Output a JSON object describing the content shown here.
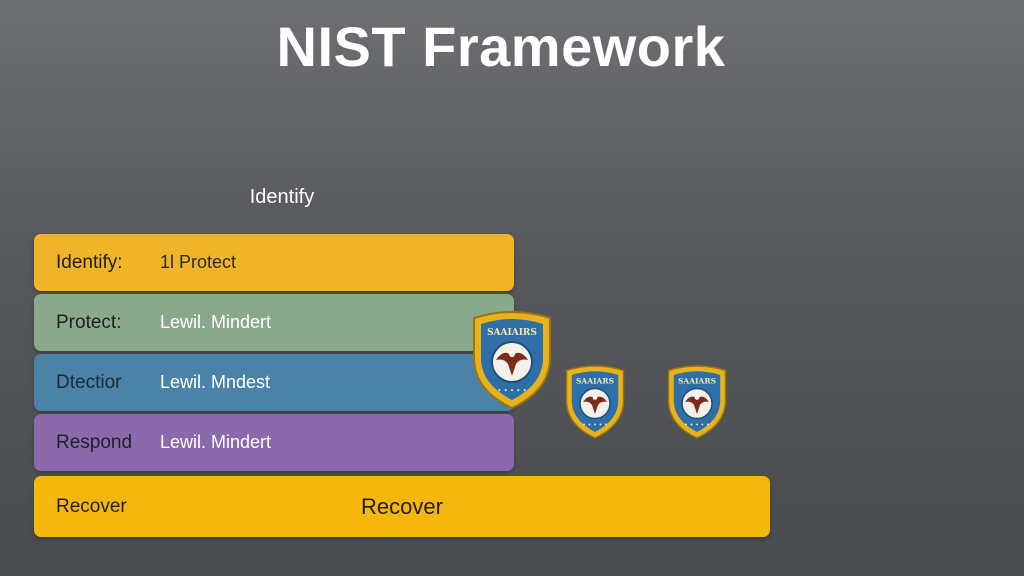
{
  "title": "NIST Framework",
  "subtitle": "Identify",
  "rows": [
    {
      "name": "Identify:",
      "desc": "1l Protect"
    },
    {
      "name": "Protect:",
      "desc": "Lewil. Mindert"
    },
    {
      "name": "Dtectior",
      "desc": "Lewil. Mndest"
    },
    {
      "name": "Respond",
      "desc": "Lewil. Mindert"
    }
  ],
  "recover": {
    "name": "Recover",
    "center": "Recover"
  },
  "badges": [
    {
      "icon": "shield-eagle-badge-icon",
      "text": "SAAIAIRS"
    },
    {
      "icon": "shield-eagle-badge-icon",
      "text": "SAAIARS"
    },
    {
      "icon": "shield-eagle-badge-icon",
      "text": "SAAIARS"
    }
  ],
  "colors": {
    "identify": "#f0b429",
    "protect": "#8aa98c",
    "detect": "#4a82a8",
    "respond": "#8a6aab",
    "recover": "#f5b70c",
    "badge_gold": "#e8b21c",
    "badge_blue": "#2f6fa8"
  }
}
